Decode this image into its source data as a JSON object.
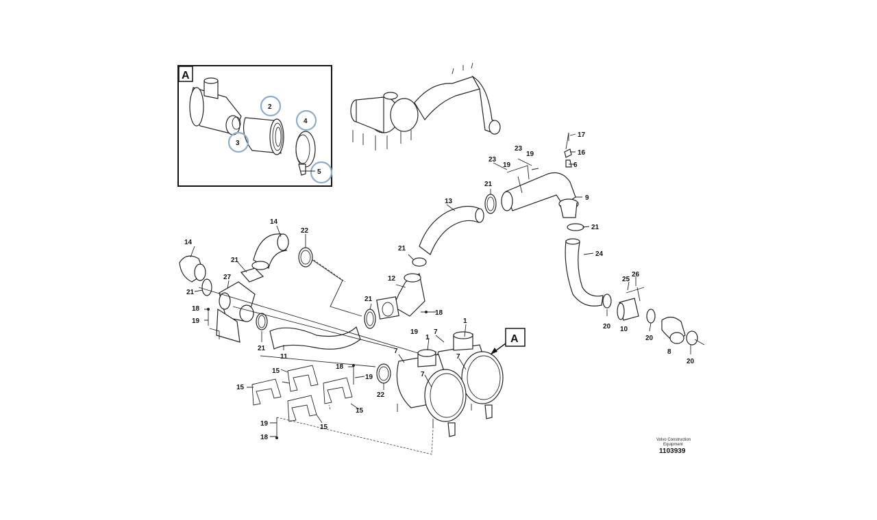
{
  "inset": {
    "letter": "A",
    "callouts": [
      "2",
      "3",
      "4",
      "5"
    ],
    "highlight_color": "#8eaacc"
  },
  "main_letter": "A",
  "labels": {
    "l17": "17",
    "l16": "16",
    "l6": "6",
    "l9": "9",
    "l21a": "21",
    "l23a": "23",
    "l19a": "19",
    "l23b": "23",
    "l19b": "19",
    "l21b": "21",
    "l13": "13",
    "l21c": "21",
    "l12": "12",
    "l21d": "21",
    "l18a": "18",
    "l19c": "19",
    "l24": "24",
    "l25": "25",
    "l26": "26",
    "l20a": "20",
    "l10": "10",
    "l20b": "20",
    "l8": "8",
    "l20c": "20",
    "l14a": "14",
    "l14b": "14",
    "l22a": "22",
    "l21e": "21",
    "l27": "27",
    "l21f": "21",
    "l18b": "18",
    "l19d": "19",
    "l21g": "21",
    "l11": "11",
    "l1a": "1",
    "l1b": "1",
    "l7a": "7",
    "l7b": "7",
    "l7c": "7",
    "l7d": "7",
    "l22b": "22",
    "l18c": "18",
    "l19e": "19",
    "l15a": "15",
    "l15b": "15",
    "l15c": "15",
    "l15d": "15",
    "l19f": "19",
    "l18d": "18"
  },
  "footer": {
    "brand_line1": "Volvo Construction",
    "brand_line2": "Equipment",
    "drawing_number": "1103939"
  }
}
